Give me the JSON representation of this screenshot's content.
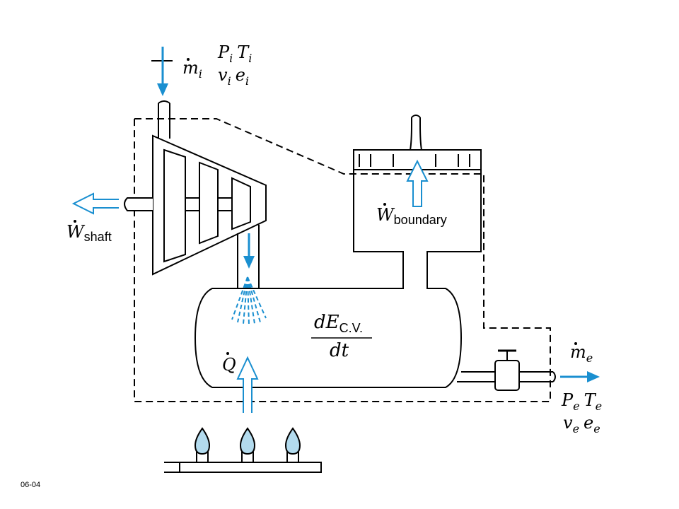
{
  "figure_label": "06-04",
  "inlet": {
    "mass_flow": "m",
    "mass_flow_sub": "i",
    "P": "P",
    "P_sub": "i",
    "T": "T",
    "T_sub": "i",
    "v": "v",
    "v_sub": "i",
    "e": "e",
    "e_sub": "i"
  },
  "exit": {
    "mass_flow": "m",
    "mass_flow_sub": "e",
    "P": "P",
    "P_sub": "e",
    "T": "T",
    "T_sub": "e",
    "v": "v",
    "v_sub": "e",
    "e": "e",
    "e_sub": "e"
  },
  "shaft_work": {
    "symbol": "W",
    "subscript": "shaft"
  },
  "boundary_work": {
    "symbol": "W",
    "subscript": "boundary"
  },
  "heat": {
    "symbol": "Q"
  },
  "energy_rate": {
    "numerator": "dE",
    "numerator_sub": "C.V.",
    "denominator": "dt"
  },
  "colors": {
    "flow_arrow": "#1a8fd0",
    "outline": "#000000",
    "flame_fill": "#b3dbee",
    "background": "#ffffff"
  },
  "icons": [
    "turbine-icon",
    "piston-cylinder-icon",
    "tank-icon",
    "valve-icon",
    "burner-flame-icon",
    "spray-nozzle-icon"
  ]
}
